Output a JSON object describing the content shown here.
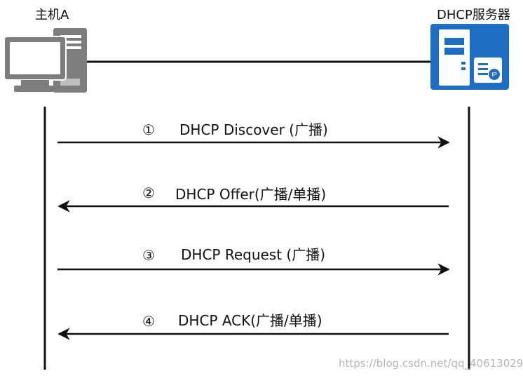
{
  "hosts": {
    "client_label": "主机A",
    "server_label": "DHCP服务器",
    "client_icon": "desktop-computer-icon",
    "server_icon": "dhcp-server-icon",
    "server_color": "#1e6fc4",
    "client_color": "#7d7d7d"
  },
  "steps": [
    {
      "num": "①",
      "label": "DHCP Discover (广播)",
      "direction": "to-server"
    },
    {
      "num": "②",
      "label": "DHCP Offer(广播/单播)",
      "direction": "to-client"
    },
    {
      "num": "③",
      "label": "DHCP Request (广播)",
      "direction": "to-server"
    },
    {
      "num": "④",
      "label": "DHCP ACK(广播/单播)",
      "direction": "to-client"
    }
  ],
  "watermark": "https://blog.csdn.net/qq_40613029"
}
